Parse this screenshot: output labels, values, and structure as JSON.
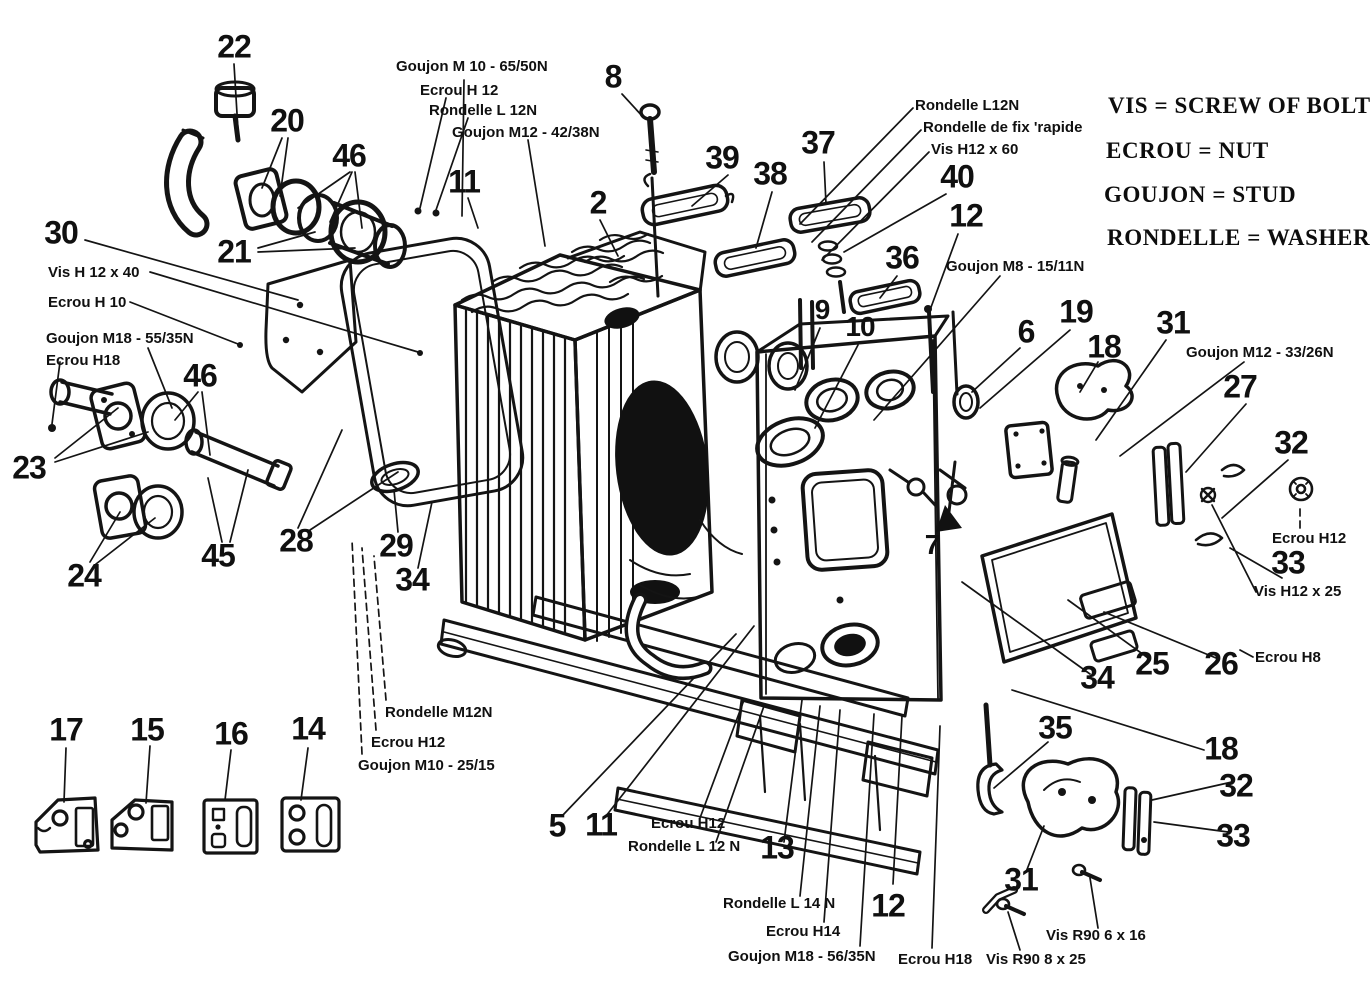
{
  "legend": {
    "line1": "VIS = SCREW OF BOLT",
    "line2": "ECROU = NUT",
    "line3": "GOUJON = STUD",
    "line4": "RONDELLE = WASHER"
  },
  "parts": {
    "p22": "22",
    "p20": "20",
    "p46a": "46",
    "p8": "8",
    "p2": "2",
    "p11a": "11",
    "p39": "39",
    "p38": "38",
    "p37": "37",
    "p40": "40",
    "p12a": "12",
    "p36": "36",
    "p21": "21",
    "p30": "30",
    "p9": "9",
    "p10": "10",
    "p6": "6",
    "p19": "19",
    "p18a": "18",
    "p31a": "31",
    "p27": "27",
    "p32a": "32",
    "p23": "23",
    "p46b": "46",
    "p45": "45",
    "p24": "24",
    "p28": "28",
    "p29": "29",
    "p34a": "34",
    "p7": "7",
    "p33a": "33",
    "p34b": "34",
    "p25": "25",
    "p26": "26",
    "p17": "17",
    "p15": "15",
    "p16": "16",
    "p14": "14",
    "p5": "5",
    "p11b": "11",
    "p13": "13",
    "p35": "35",
    "p18b": "18",
    "p32b": "32",
    "p33b": "33",
    "p12b": "12",
    "p31b": "31"
  },
  "labels": {
    "goujon_m10_65": "Goujon M 10 - 65/50N",
    "ecrou_h12_top": "Ecrou H 12",
    "rondelle_l12n_top": "Rondelle L 12N",
    "goujon_m12_42": "Goujon M12 - 42/38N",
    "rondelle_l12n_right": "Rondelle L12N",
    "rondelle_fix_rapide": "Rondelle de fix 'rapide",
    "vis_h12_60": "Vis H12 x 60",
    "goujon_m8_15": "Goujon M8 - 15/11N",
    "vis_h12_40": "Vis H 12 x 40",
    "ecrou_h10": "Ecrou H 10",
    "goujon_m18_55": "Goujon M18 - 55/35N",
    "ecrou_h18_left": "Ecrou H18",
    "goujon_m12_33": "Goujon M12 - 33/26N",
    "ecrou_h12_right": "Ecrou H12",
    "vis_h12_25": "Vis H12 x 25",
    "ecrou_h8": "Ecrou H8",
    "rondelle_m12n": "Rondelle M12N",
    "ecrou_h12_bottomleft": "Ecrou H12",
    "goujon_m10_25": "Goujon M10 - 25/15",
    "ecrou_h12_center": "Ecrou H12",
    "rondelle_l12n_center": "Rondelle L 12 N",
    "rondelle_l14n": "Rondelle L 14 N",
    "ecrou_h14": "Ecrou H14",
    "goujon_m18_56": "Goujon M18 - 56/35N",
    "ecrou_h18_bottom": "Ecrou H18",
    "vis_r90_6_16": "Vis R90 6 x 16",
    "vis_r90_8_25": "Vis R90 8 x 25"
  }
}
